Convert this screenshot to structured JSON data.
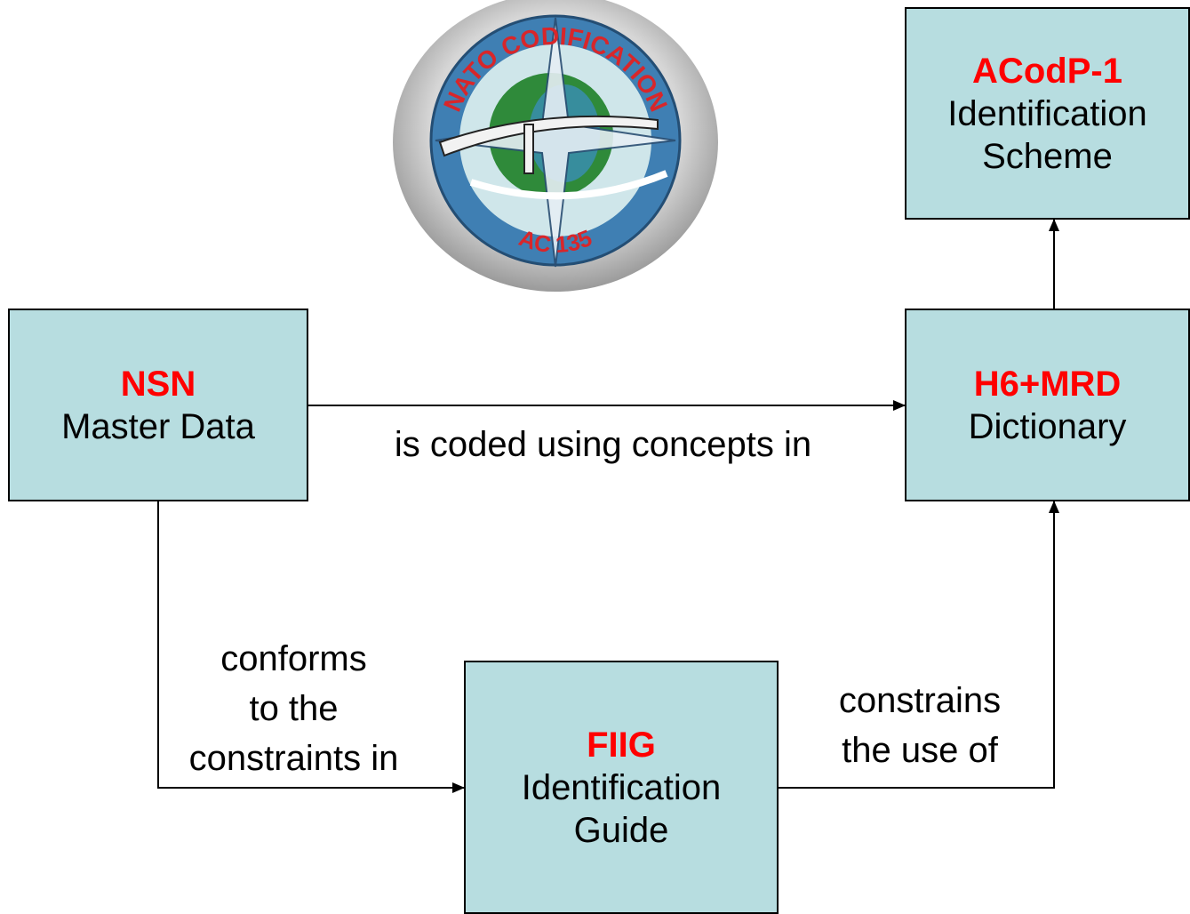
{
  "logo": {
    "top_text": "NATO CODIFICATION",
    "bottom_text": "AC 135",
    "colors": {
      "outer": "#c9c9c9",
      "ring": "#3f7fb3",
      "inner": "#cfe6ea",
      "globe": "#2f8a3a",
      "text": "#d8262a"
    }
  },
  "boxes": {
    "nsn": {
      "title": "NSN",
      "subtitle": "Master Data"
    },
    "h6": {
      "title": "H6+MRD",
      "subtitle": "Dictionary"
    },
    "acodp": {
      "title": "ACodP-1",
      "subtitle": "Identification",
      "subtitle2": "Scheme"
    },
    "fiig": {
      "title": "FIIG",
      "subtitle": "Identification",
      "subtitle2": "Guide"
    }
  },
  "labels": {
    "coded": "is coded using concepts in",
    "conforms_1": "conforms",
    "conforms_2": "to the",
    "conforms_3": "constraints in",
    "constrains_1": "constrains",
    "constrains_2": "the use of"
  },
  "colors": {
    "box_fill": "#b7dde0",
    "title_red": "#ff0000",
    "border": "#000000"
  }
}
